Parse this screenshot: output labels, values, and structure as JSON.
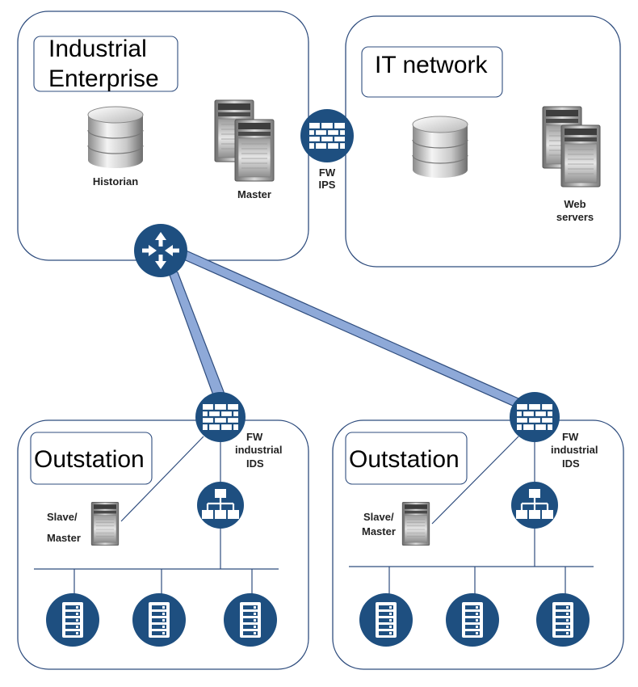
{
  "zones": {
    "enterprise": {
      "title_line1": "Industrial",
      "title_line2": "Enterprise"
    },
    "it_network": {
      "title": "IT network"
    },
    "outstation_left": {
      "title": "Outstation"
    },
    "outstation_right": {
      "title": "Outstation"
    }
  },
  "labels": {
    "historian": "Historian",
    "master": "Master",
    "fw": "FW",
    "ips": "IPS",
    "web_line1": "Web",
    "web_line2": "servers",
    "fw_ind_left": {
      "line1": "FW",
      "line2": "industrial",
      "line3": "IDS"
    },
    "fw_ind_right": {
      "line1": "FW",
      "line2": "industrial",
      "line3": "IDS"
    },
    "slave_left": {
      "line1": "Slave/",
      "line2": "Master"
    },
    "slave_right": {
      "line1": "Slave/",
      "line2": "Master"
    }
  },
  "colors": {
    "node": "#1e4f80",
    "border": "#2f4d7e",
    "link_fill": "#8ea9d8"
  },
  "icons": {
    "firewall": "firewall-icon",
    "router": "router-icon",
    "switch": "network-switch-icon",
    "rtu": "server-rack-icon",
    "database": "database-icon",
    "server": "server-tower-icon"
  }
}
